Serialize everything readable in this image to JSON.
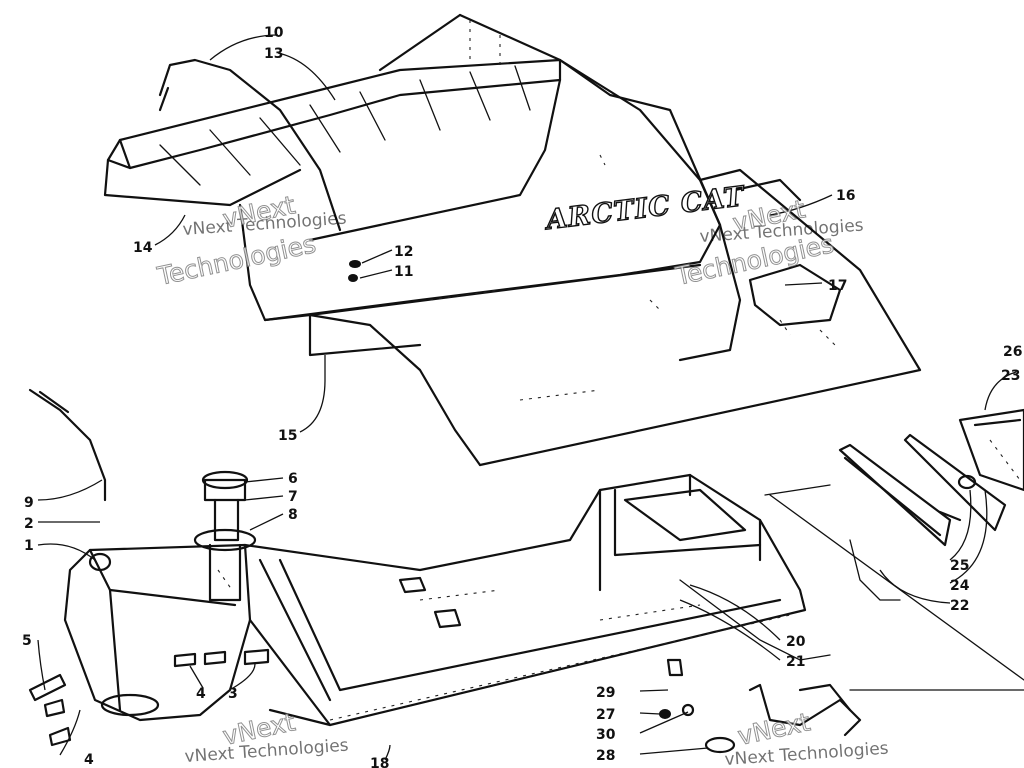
{
  "diagram": {
    "brand_text": "ARCTIC CAT",
    "watermark": {
      "line1": "vNext Technologies",
      "line2": "Technologies",
      "corner": "vNext"
    },
    "callouts": [
      {
        "id": "c10",
        "label": "10"
      },
      {
        "id": "c13",
        "label": "13"
      },
      {
        "id": "c14",
        "label": "14"
      },
      {
        "id": "c12",
        "label": "12"
      },
      {
        "id": "c11",
        "label": "11"
      },
      {
        "id": "c16",
        "label": "16"
      },
      {
        "id": "c17",
        "label": "17"
      },
      {
        "id": "c15",
        "label": "15"
      },
      {
        "id": "c26",
        "label": "26"
      },
      {
        "id": "c23",
        "label": "23"
      },
      {
        "id": "c9",
        "label": "9"
      },
      {
        "id": "c2",
        "label": "2"
      },
      {
        "id": "c1",
        "label": "1"
      },
      {
        "id": "c6",
        "label": "6"
      },
      {
        "id": "c7",
        "label": "7"
      },
      {
        "id": "c8",
        "label": "8"
      },
      {
        "id": "c5",
        "label": "5"
      },
      {
        "id": "c4a",
        "label": "4"
      },
      {
        "id": "c3",
        "label": "3"
      },
      {
        "id": "c4b",
        "label": "4"
      },
      {
        "id": "c20",
        "label": "20"
      },
      {
        "id": "c21",
        "label": "21"
      },
      {
        "id": "c25",
        "label": "25"
      },
      {
        "id": "c24",
        "label": "24"
      },
      {
        "id": "c22",
        "label": "22"
      },
      {
        "id": "c29",
        "label": "29"
      },
      {
        "id": "c27",
        "label": "27"
      },
      {
        "id": "c30",
        "label": "30"
      },
      {
        "id": "c28",
        "label": "28"
      },
      {
        "id": "c18",
        "label": "18"
      }
    ]
  }
}
